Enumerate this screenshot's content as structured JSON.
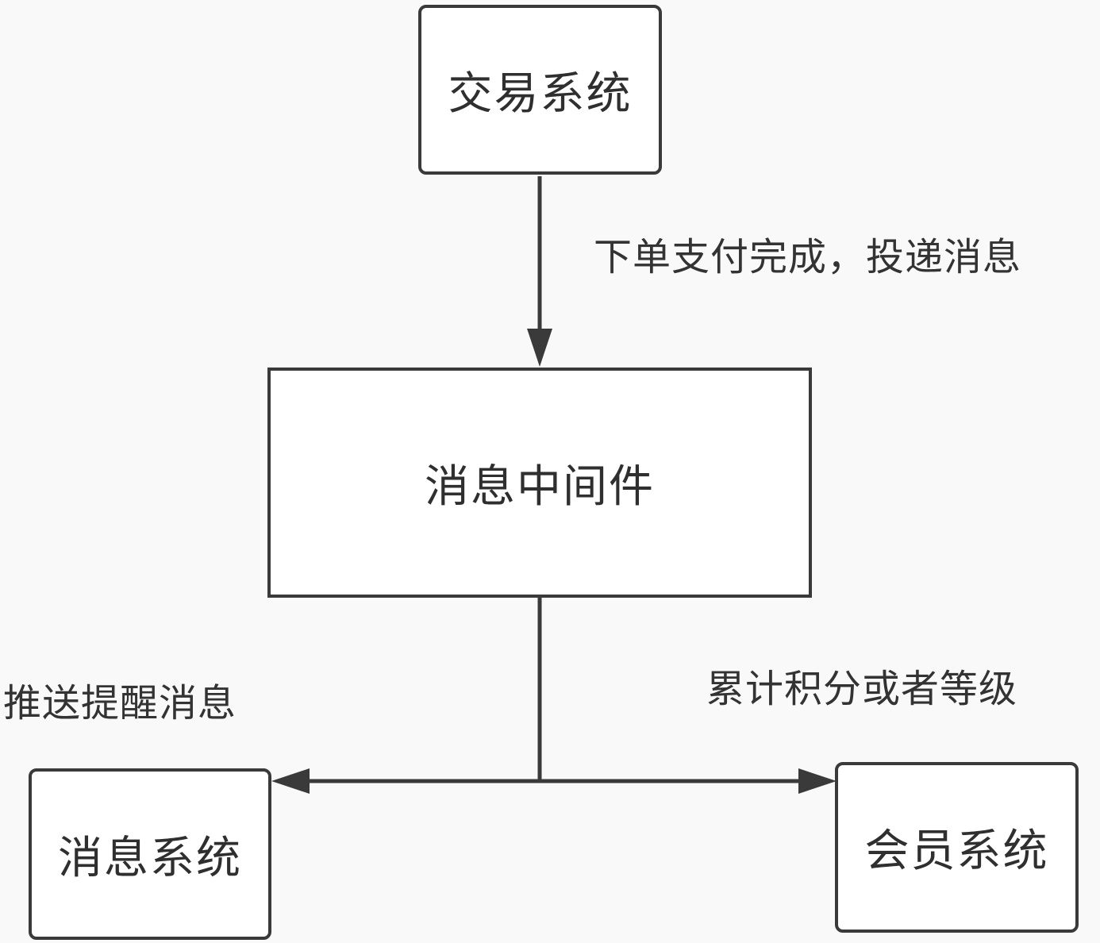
{
  "nodes": {
    "trade": "交易系统",
    "middleware": "消息中间件",
    "message": "消息系统",
    "member": "会员系统"
  },
  "edges": {
    "trade_to_middleware": "下单支付完成，投递消息",
    "middleware_to_message": "推送提醒消息",
    "middleware_to_member": "累计积分或者等级"
  },
  "colors": {
    "line": "#3a3a3a",
    "background": "#f9f9f9",
    "node_fill": "#ffffff"
  }
}
